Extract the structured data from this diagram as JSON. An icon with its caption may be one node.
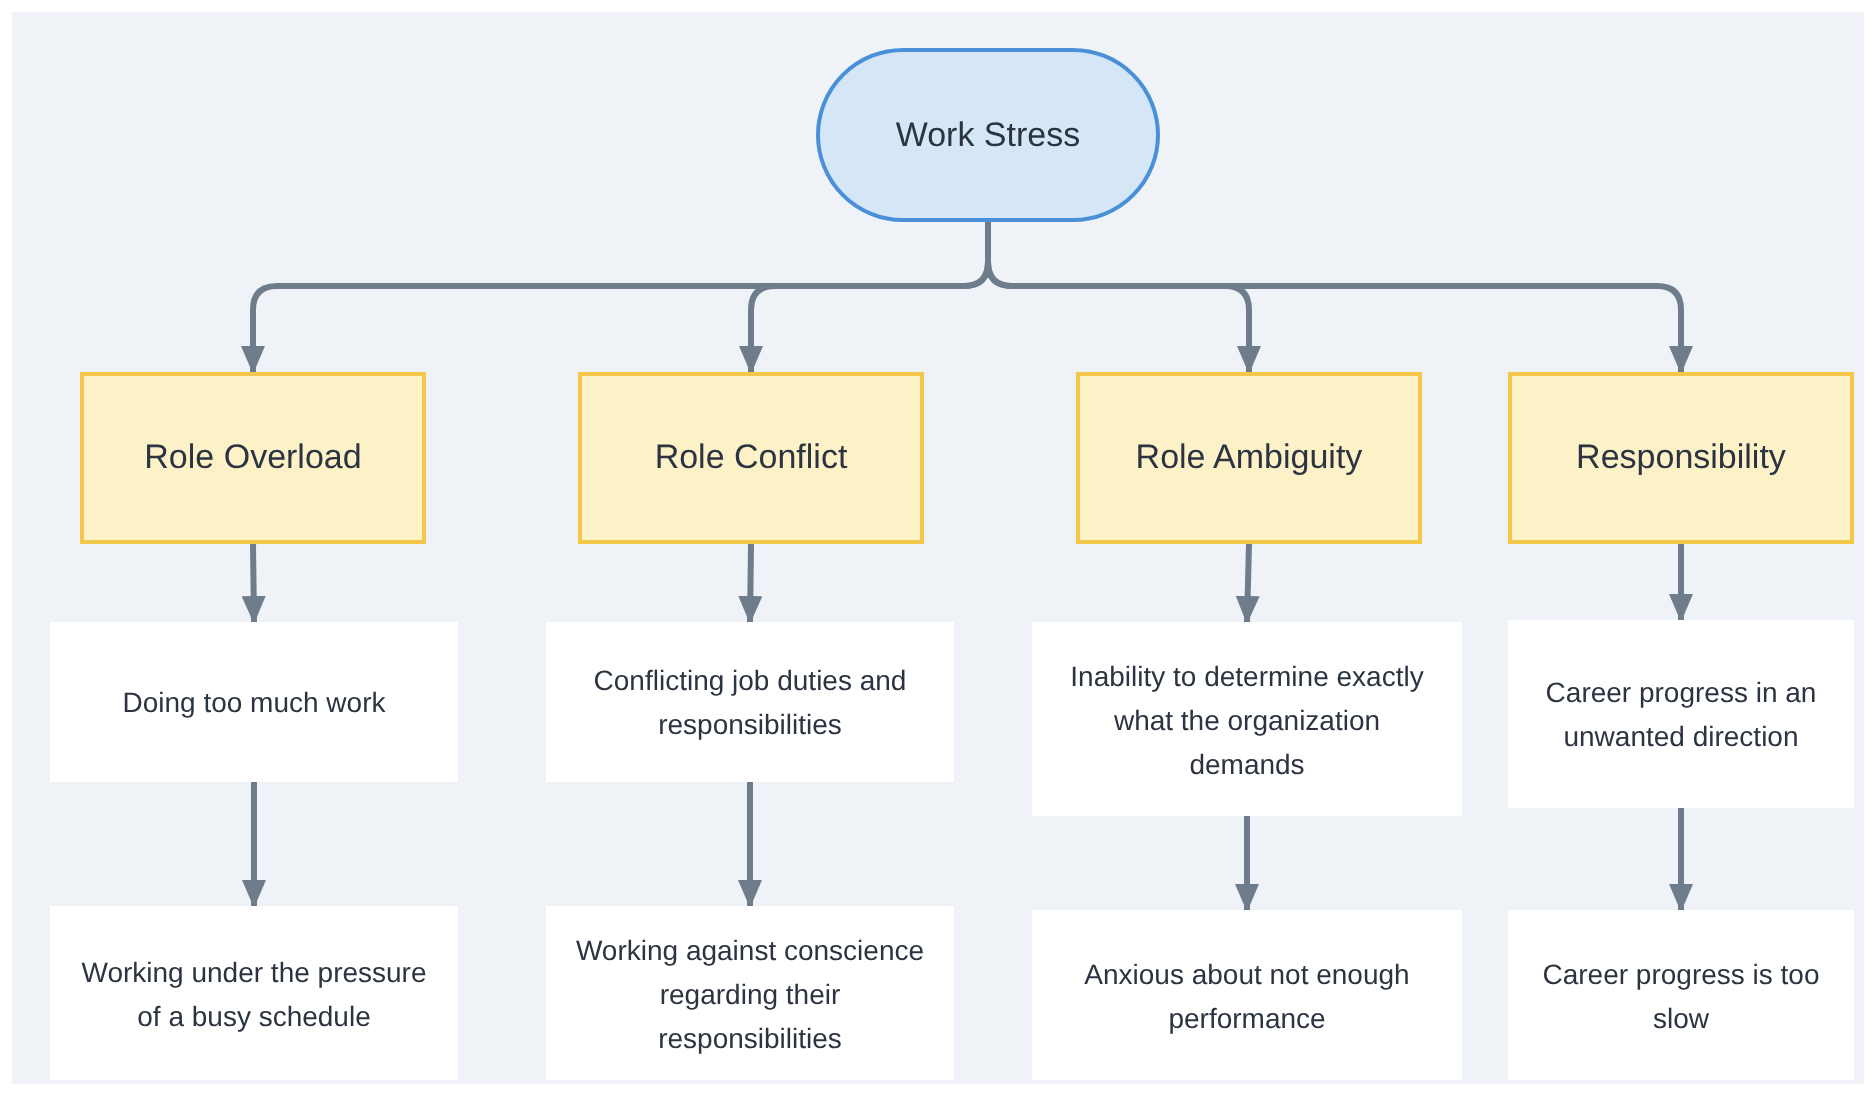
{
  "diagram": {
    "nodes": [
      {
        "text": [
          "Work Stress"
        ]
      },
      {
        "text": [
          "Role Overload"
        ]
      },
      {
        "text": [
          "Role Conflict"
        ]
      },
      {
        "text": [
          "Role Ambiguity"
        ]
      },
      {
        "text": [
          "Responsibility"
        ]
      },
      {
        "text": [
          "Doing too much work"
        ]
      },
      {
        "text": [
          "Working under the pressure of a busy schedule"
        ]
      },
      {
        "text": [
          "Conflicting job duties and responsibilities"
        ]
      },
      {
        "text": [
          "Working against conscience regarding their responsibilities"
        ]
      },
      {
        "text": [
          "Inability to determine exactly what the organization demands"
        ]
      },
      {
        "text": [
          "Anxious about not enough performance"
        ]
      },
      {
        "text": [
          "Career progress in an unwanted direction"
        ]
      },
      {
        "text": [
          "Career progress is too slow"
        ]
      }
    ],
    "edges": [
      {
        "from": 0,
        "to": 1,
        "arrow": "to"
      },
      {
        "from": 0,
        "to": 2,
        "arrow": "to"
      },
      {
        "from": 0,
        "to": 3,
        "arrow": "to"
      },
      {
        "from": 0,
        "to": 4,
        "arrow": "to"
      },
      {
        "from": 1,
        "to": 5,
        "arrow": "to"
      },
      {
        "from": 5,
        "to": 6,
        "arrow": "to"
      },
      {
        "from": 2,
        "to": 7,
        "arrow": "to"
      },
      {
        "from": 7,
        "to": 8,
        "arrow": "to"
      },
      {
        "from": 3,
        "to": 9,
        "arrow": "to"
      },
      {
        "from": 9,
        "to": 10,
        "arrow": "to"
      },
      {
        "from": 4,
        "to": 11,
        "arrow": "to"
      },
      {
        "from": 11,
        "to": 12,
        "arrow": "to"
      }
    ]
  }
}
